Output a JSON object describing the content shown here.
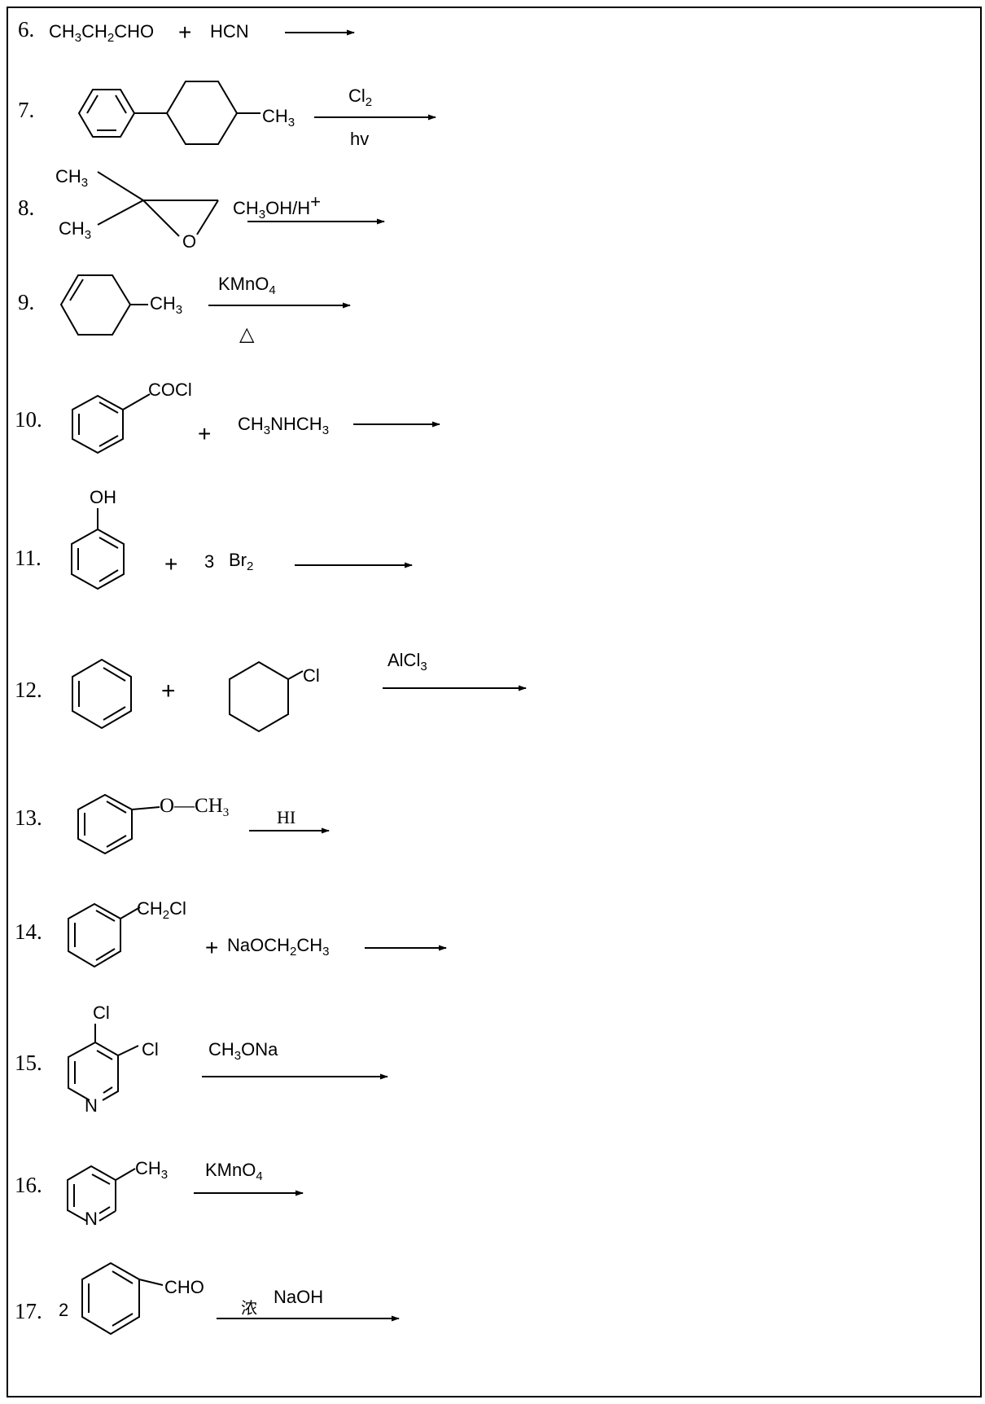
{
  "problems": [
    {
      "number": "6.",
      "reactant1": "CH₃CH₂CHO",
      "plus": "+",
      "reactant2": "HCN"
    },
    {
      "number": "7.",
      "substituent": "CH₃",
      "reagent_above": "Cl₂",
      "reagent_below": "hv"
    },
    {
      "number": "8.",
      "methyl1": "CH₃",
      "methyl2": "CH₃",
      "ring_atom": "O",
      "reagent": "CH₃OH/H",
      "reagent_sup": "+"
    },
    {
      "number": "9.",
      "substituent": "CH₃",
      "reagent_above": "KMnO₄",
      "reagent_below": "△"
    },
    {
      "number": "10.",
      "substituent": "COCl",
      "plus": "+",
      "reactant2": "CH₃NHCH₃"
    },
    {
      "number": "11.",
      "substituent": "OH",
      "plus": "+",
      "coefficient": "3",
      "reactant2": "Br₂"
    },
    {
      "number": "12.",
      "plus": "+",
      "substituent": "Cl",
      "reagent_above": "AlCl₃"
    },
    {
      "number": "13.",
      "substituent": "O—CH₃",
      "reagent_above": "HI"
    },
    {
      "number": "14.",
      "substituent": "CH₂Cl",
      "plus": "+",
      "reactant2": "NaOCH₂CH₃"
    },
    {
      "number": "15.",
      "substituent1": "Cl",
      "substituent2": "Cl",
      "ring_atom": "N",
      "reagent_above": "CH₃ONa"
    },
    {
      "number": "16.",
      "substituent": "CH₃",
      "ring_atom": "N",
      "reagent_above": "KMnO₄"
    },
    {
      "number": "17.",
      "coefficient": "2",
      "substituent": "CHO",
      "reagent_prefix": "浓",
      "reagent_above": "NaOH"
    }
  ]
}
